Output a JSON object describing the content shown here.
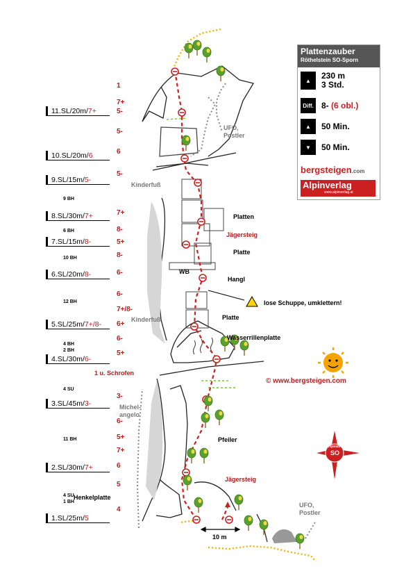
{
  "infobox": {
    "title": "Plattenzauber",
    "subtitle": "Röthelstein SO-Sporn",
    "length": "230 m",
    "time": "3 Std.",
    "diff_label": "Diff.",
    "difficulty": "8-",
    "difficulty_obl": "(6 obl.)",
    "approach": "50 Min.",
    "descent": "50 Min.",
    "brand1_part1": "bergsteigen",
    "brand1_part2": ".com",
    "brand2": "Alpinverlag",
    "brand2_url": "www.alpinverlag.at"
  },
  "pitches": [
    {
      "name": "11.SL/20m/",
      "grade": "7+"
    },
    {
      "name": "10.SL/20m/",
      "grade": "6"
    },
    {
      "name": "9.SL/15m/",
      "grade": "5-"
    },
    {
      "name": "8.SL/30m/",
      "grade": "7+"
    },
    {
      "name": "7.SL/15m/",
      "grade": "8-"
    },
    {
      "name": "6.SL/20m/",
      "grade": "8-"
    },
    {
      "name": "5.SL/25m/",
      "grade": "7+/8-"
    },
    {
      "name": "4.SL/30m/",
      "grade": "6-"
    },
    {
      "name": "3.SL/45m/",
      "grade": "3-"
    },
    {
      "name": "2.SL/30m/",
      "grade": "7+"
    },
    {
      "name": "1.SL/25m/",
      "grade": "5"
    }
  ],
  "grades": [
    "1",
    "7+",
    "5-",
    "5-",
    "6",
    "5-",
    "7+",
    "8-",
    "5+",
    "8-",
    "6-",
    "6-",
    "7+/8-",
    "6+",
    "6-",
    "5+",
    "3-",
    "6-",
    "5+",
    "7+",
    "6",
    "5",
    "4"
  ],
  "bolts": [
    "9 BH",
    "6 BH",
    "10 BH",
    "12 BH",
    "4 BH",
    "2 BH",
    "4 SU",
    "11 BH",
    "4 SU",
    "1 BH"
  ],
  "labels": {
    "ufo_top": "UFO,",
    "postler_top": "Postler",
    "kinderfuss1": "Kinderfuß",
    "kinderfuss2": "Kinderfuß",
    "michel1": "Michel-",
    "michel2": "angelo",
    "platten": "Platten",
    "jaegersteig1": "Jägersteig",
    "platte1": "Platte",
    "wb": "WB",
    "hangl": "Hangl",
    "warning": "lose Schuppe, umklettern!",
    "platte2": "Platte",
    "wasserrillen": "Wasserrillenplatte",
    "schrofen": "1 u. Schrofen",
    "pfeiler": "Pfeiler",
    "jaegersteig2": "Jägersteig",
    "henkelplatte": "Henkelplatte",
    "ufo_bottom": "UFO,",
    "postler_bottom": "Postler",
    "scale": "10 m",
    "compass": "SO",
    "compass_sub": "Exposition"
  },
  "copyright": "©  www.bergsteigen.com",
  "colors": {
    "route": "#cc1f1f",
    "grade": "#b81d1d",
    "path": "#f0b400",
    "tree": "#5aa02c"
  }
}
